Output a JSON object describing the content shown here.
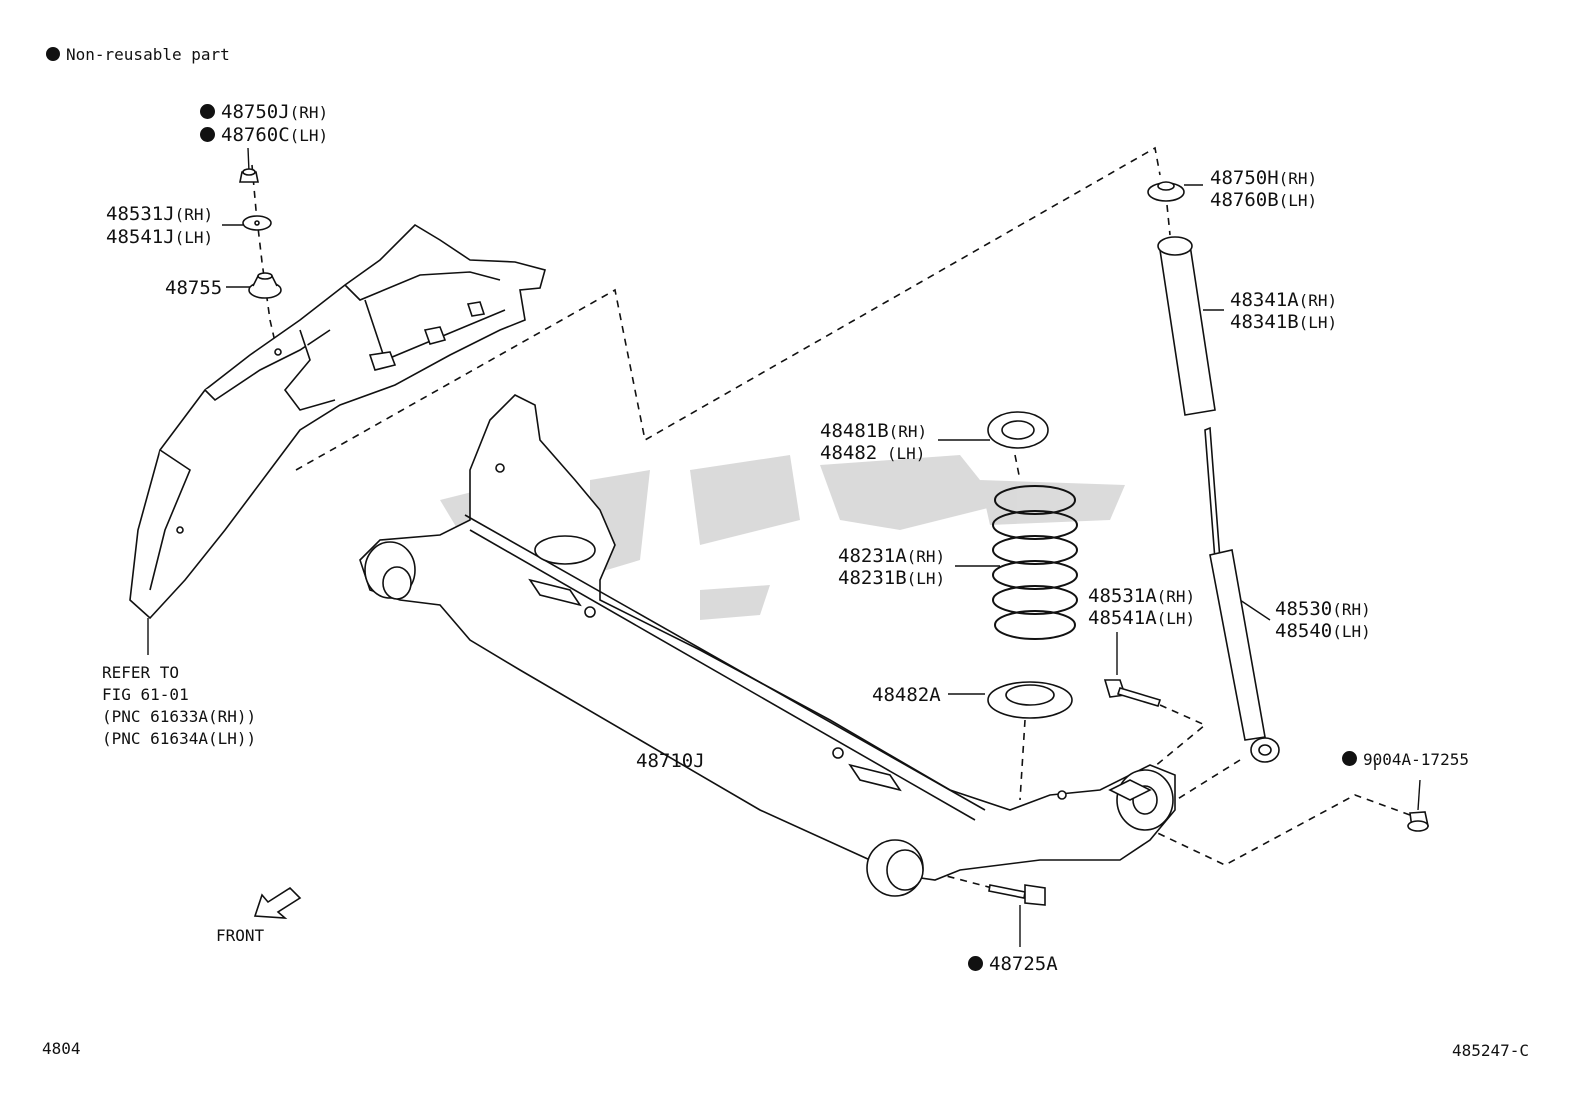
{
  "legend": {
    "symbol": "●",
    "text": "Non-reusable part"
  },
  "parts": {
    "p48750J": {
      "num": "48750J",
      "side": "(RH)",
      "nonreusable": true
    },
    "p48760C": {
      "num": "48760C",
      "side": "(LH)",
      "nonreusable": true
    },
    "p48531J": {
      "num": "48531J",
      "side": "(RH)"
    },
    "p48541J": {
      "num": "48541J",
      "side": "(LH)"
    },
    "p48755": {
      "num": "48755"
    },
    "p48750H": {
      "num": "48750H",
      "side": "(RH)"
    },
    "p48760B": {
      "num": "48760B",
      "side": "(LH)"
    },
    "p48341A": {
      "num": "48341A",
      "side": "(RH)"
    },
    "p48341B": {
      "num": "48341B",
      "side": "(LH)"
    },
    "p48481B": {
      "num": "48481B",
      "side": "(RH)"
    },
    "p48482": {
      "num": "48482",
      "side": " (LH)"
    },
    "p48231A": {
      "num": "48231A",
      "side": "(RH)"
    },
    "p48231B": {
      "num": "48231B",
      "side": "(LH)"
    },
    "p48531A": {
      "num": "48531A",
      "side": "(RH)"
    },
    "p48541A": {
      "num": "48541A",
      "side": "(LH)"
    },
    "p48530": {
      "num": "48530",
      "side": "(RH)"
    },
    "p48540": {
      "num": "48540",
      "side": "(LH)"
    },
    "p48482A": {
      "num": "48482A"
    },
    "p9004A": {
      "num": "9004A-17255",
      "nonreusable": true
    },
    "p48710J": {
      "num": "48710J"
    },
    "p48725A": {
      "num": "48725A",
      "nonreusable": true
    }
  },
  "refer": {
    "line1": "REFER TO",
    "line2": "FIG 61-01",
    "line3": "(PNC 61633A(RH))",
    "line4": "(PNC 61634A(LH))"
  },
  "front_label": "FRONT",
  "footer": {
    "left": "4804",
    "right": "485247-C"
  }
}
